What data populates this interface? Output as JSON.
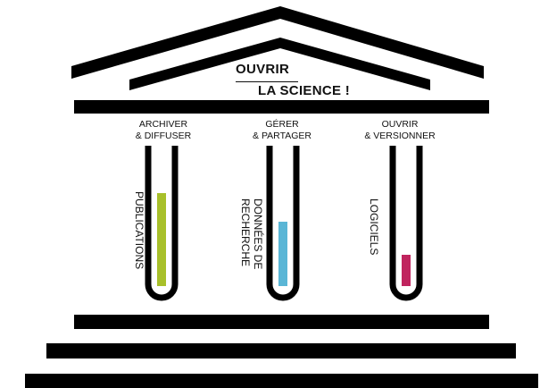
{
  "header": {
    "line1": "OUVRIR",
    "line2": "LA SCIENCE !"
  },
  "columns": [
    {
      "heading_line1": "ARCHIVER",
      "heading_line2": "& DIFFUSER",
      "label_lines": [
        "PUBLICATIONS"
      ],
      "fill_fraction": 0.68,
      "fill_color": "#a8c02a",
      "icon": "test-tube-icon"
    },
    {
      "heading_line1": "GÉRER",
      "heading_line2": "& PARTAGER",
      "label_lines": [
        "DONNÉES DE",
        "RECHERCHE"
      ],
      "fill_fraction": 0.49,
      "fill_color": "#5ab6d6",
      "icon": "test-tube-icon"
    },
    {
      "heading_line1": "OUVRIR",
      "heading_line2": "& VERSIONNER",
      "label_lines": [
        "LOGICIELS"
      ],
      "fill_fraction": 0.27,
      "fill_color": "#c0245e",
      "icon": "test-tube-icon"
    }
  ],
  "colors": {
    "structure": "#000000",
    "background": "#ffffff"
  }
}
